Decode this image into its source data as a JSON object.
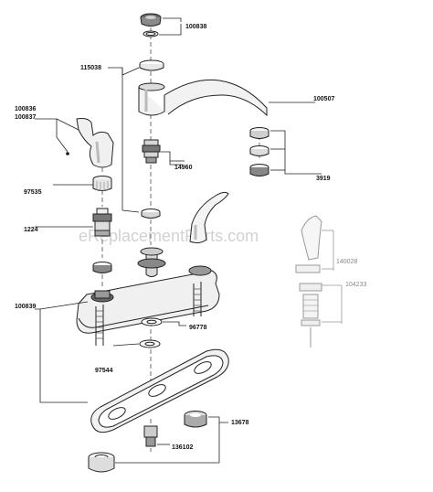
{
  "watermark": "eReplacementParts.com",
  "parts": [
    {
      "id": "100838",
      "label": "100838"
    },
    {
      "id": "115038",
      "label": "115038"
    },
    {
      "id": "100507",
      "label": "100507"
    },
    {
      "id": "100836",
      "label": "100836"
    },
    {
      "id": "100837",
      "label": "100837"
    },
    {
      "id": "14960",
      "label": "14960"
    },
    {
      "id": "3919",
      "label": "3919"
    },
    {
      "id": "97535",
      "label": "97535"
    },
    {
      "id": "1224",
      "label": "1224"
    },
    {
      "id": "140028",
      "label": "140028"
    },
    {
      "id": "104233",
      "label": "104233"
    },
    {
      "id": "100839",
      "label": "100839"
    },
    {
      "id": "96778",
      "label": "96778"
    },
    {
      "id": "97544",
      "label": "97544"
    },
    {
      "id": "13678",
      "label": "13678"
    },
    {
      "id": "136102",
      "label": "136102"
    }
  ]
}
